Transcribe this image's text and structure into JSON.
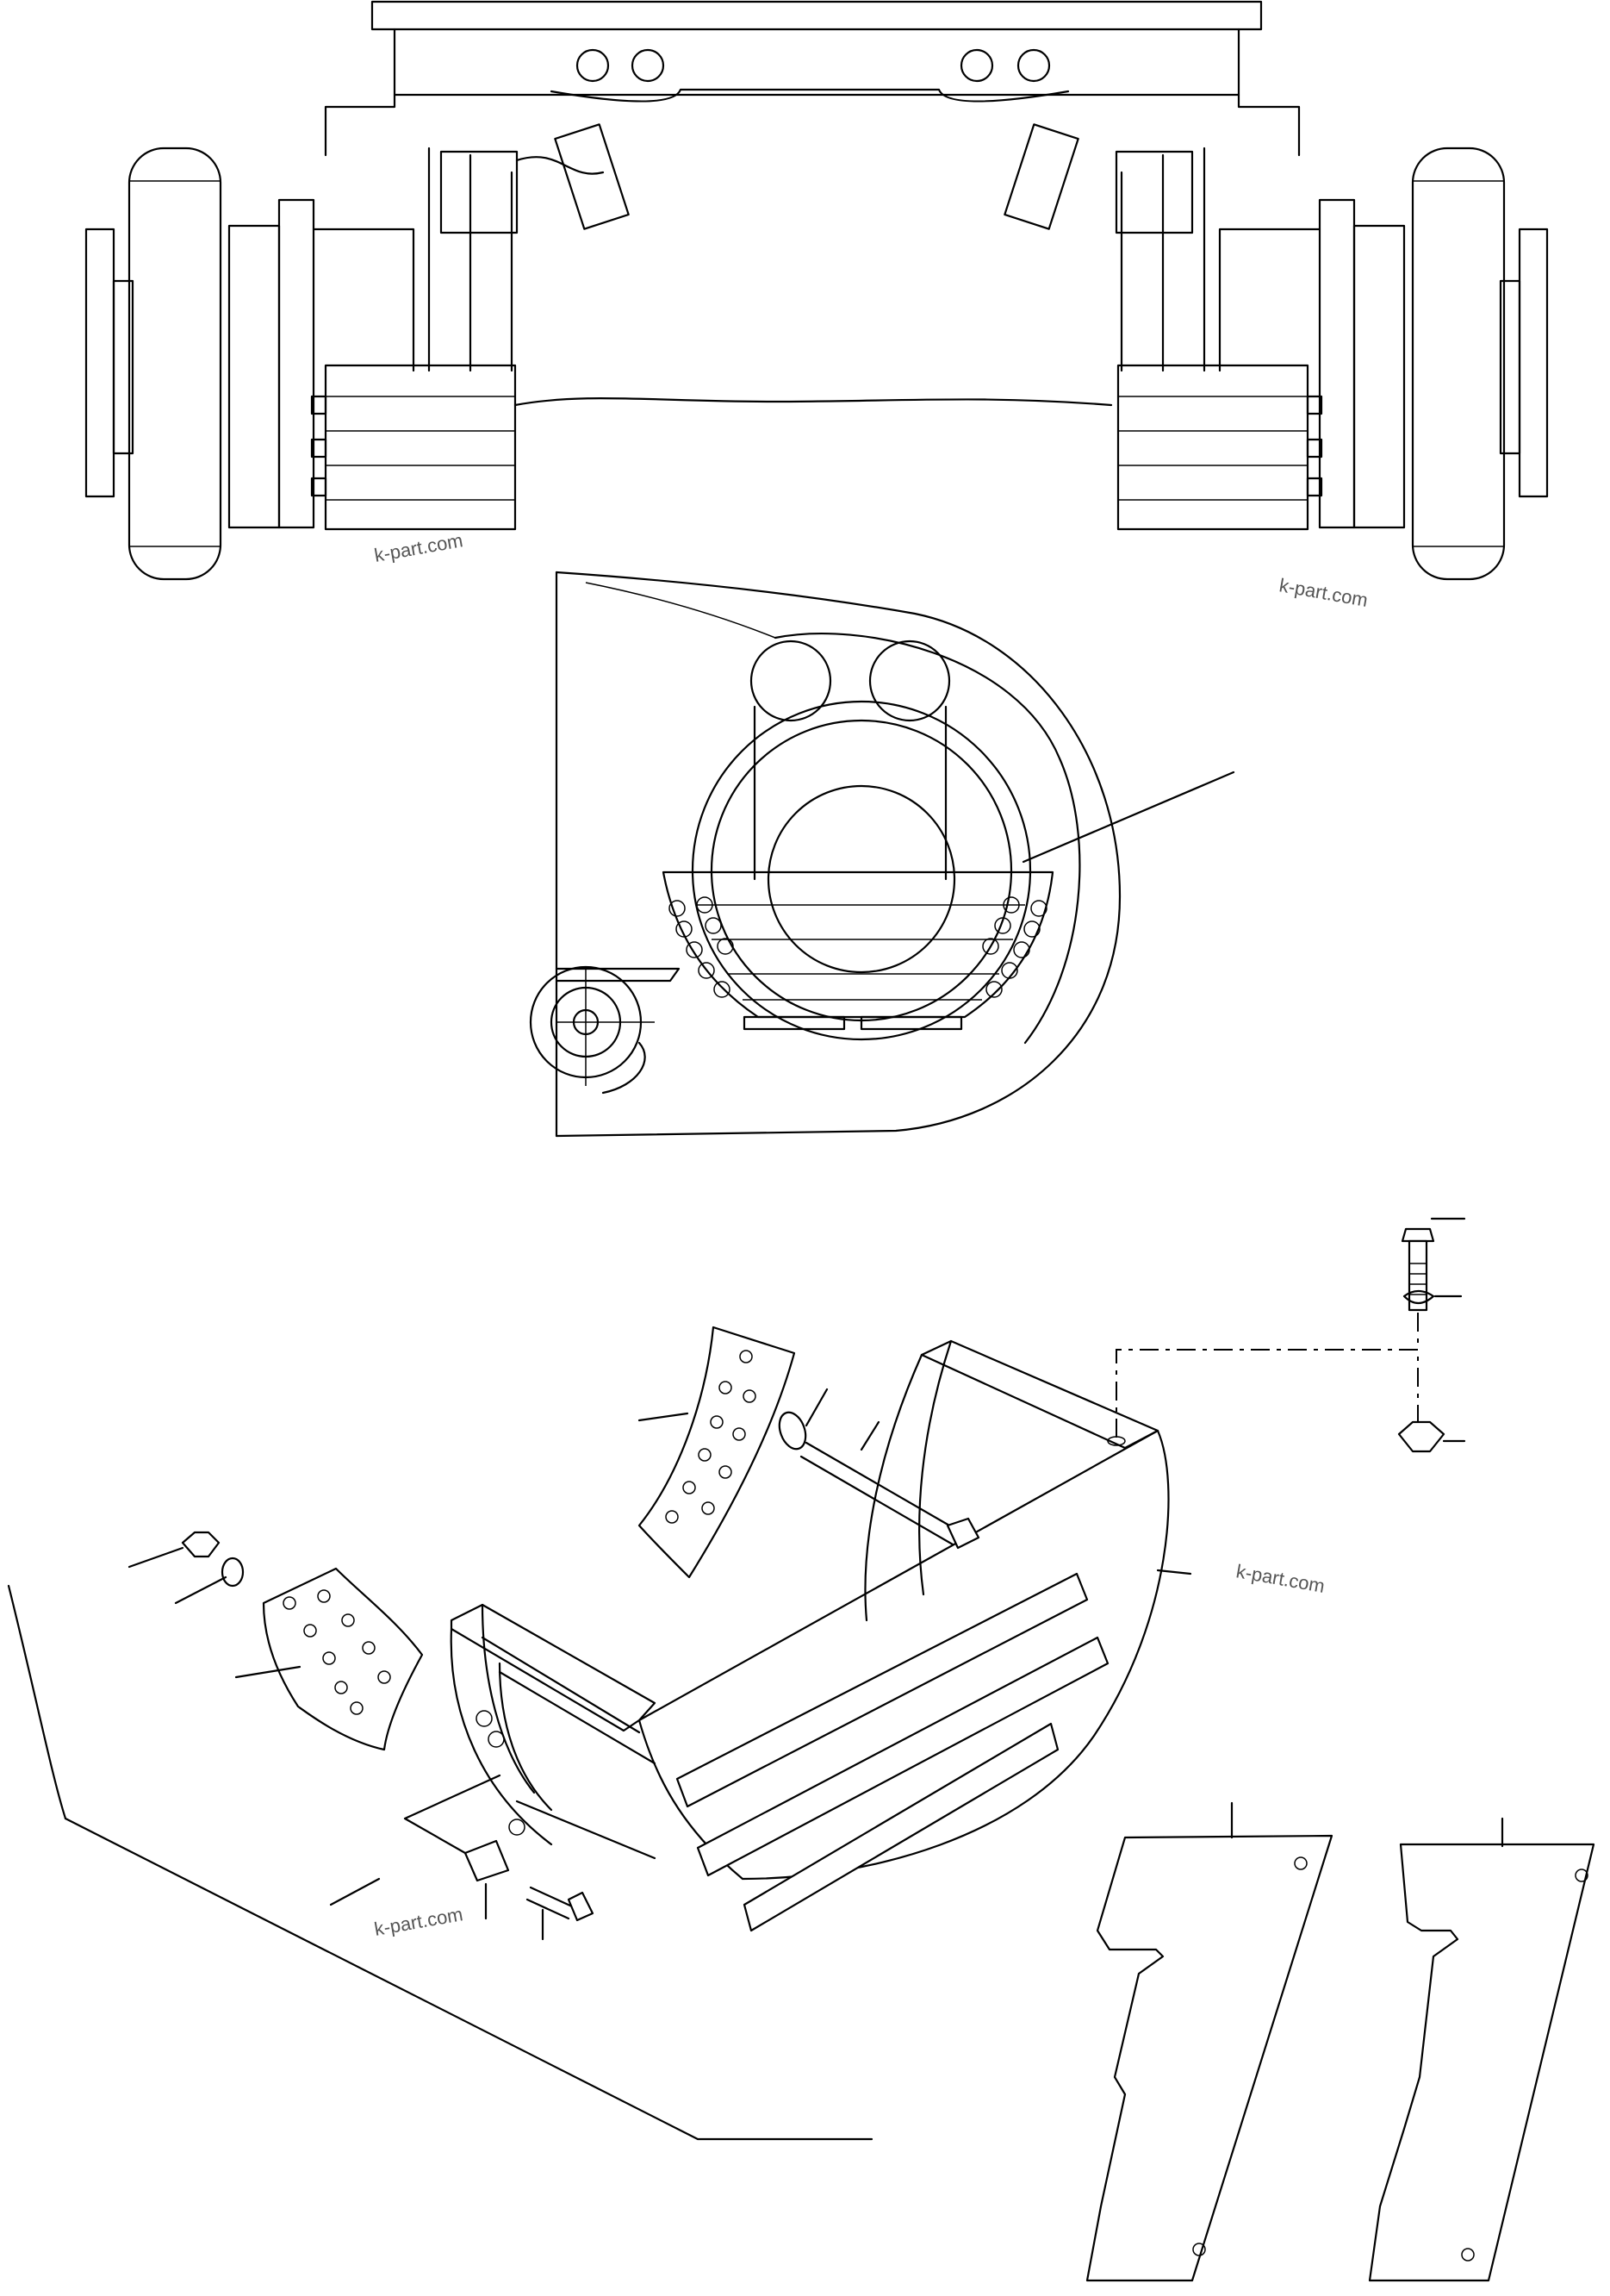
{
  "watermarks": {
    "wm1": "k-part.com",
    "wm2": "k-part.com",
    "wm3": "k-part.com",
    "wm4": "k-part.com"
  },
  "colors": {
    "line": "#000000",
    "background": "#ffffff",
    "watermark": "#555555"
  }
}
